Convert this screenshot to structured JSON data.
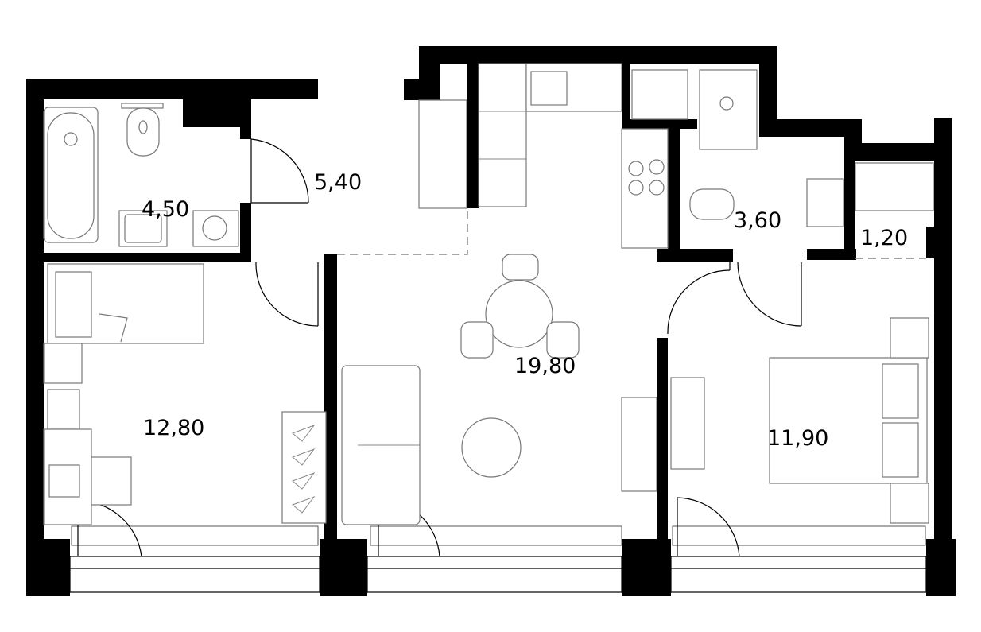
{
  "plan": {
    "rooms": [
      {
        "id": "bathroom",
        "area": "4,50"
      },
      {
        "id": "hallway",
        "area": "5,40"
      },
      {
        "id": "bedroom-left",
        "area": "12,80"
      },
      {
        "id": "living-kitchen",
        "area": "19,80"
      },
      {
        "id": "shower-room",
        "area": "3,60"
      },
      {
        "id": "wardrobe",
        "area": "1,20"
      },
      {
        "id": "bedroom-right",
        "area": "11,90"
      }
    ],
    "colors": {
      "wall": "#000000",
      "furniture_stroke": "#777777",
      "background": "#ffffff"
    }
  }
}
